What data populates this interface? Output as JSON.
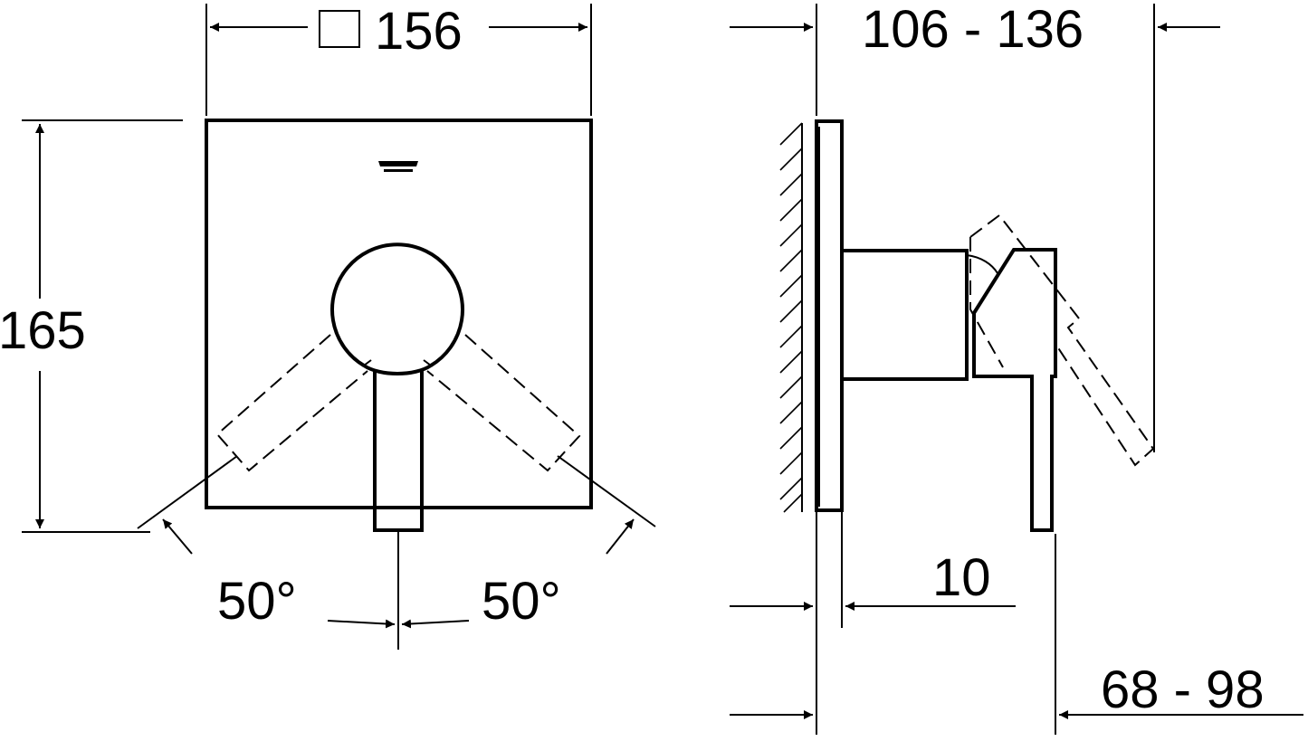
{
  "front_view": {
    "width_symbol": "□",
    "width_value": "156",
    "height_value": "165",
    "angle_left": "50°",
    "angle_right": "50°"
  },
  "side_view": {
    "projection_total": "106 - 136",
    "plate_thickness": "10",
    "handle_projection": "68 - 98"
  }
}
